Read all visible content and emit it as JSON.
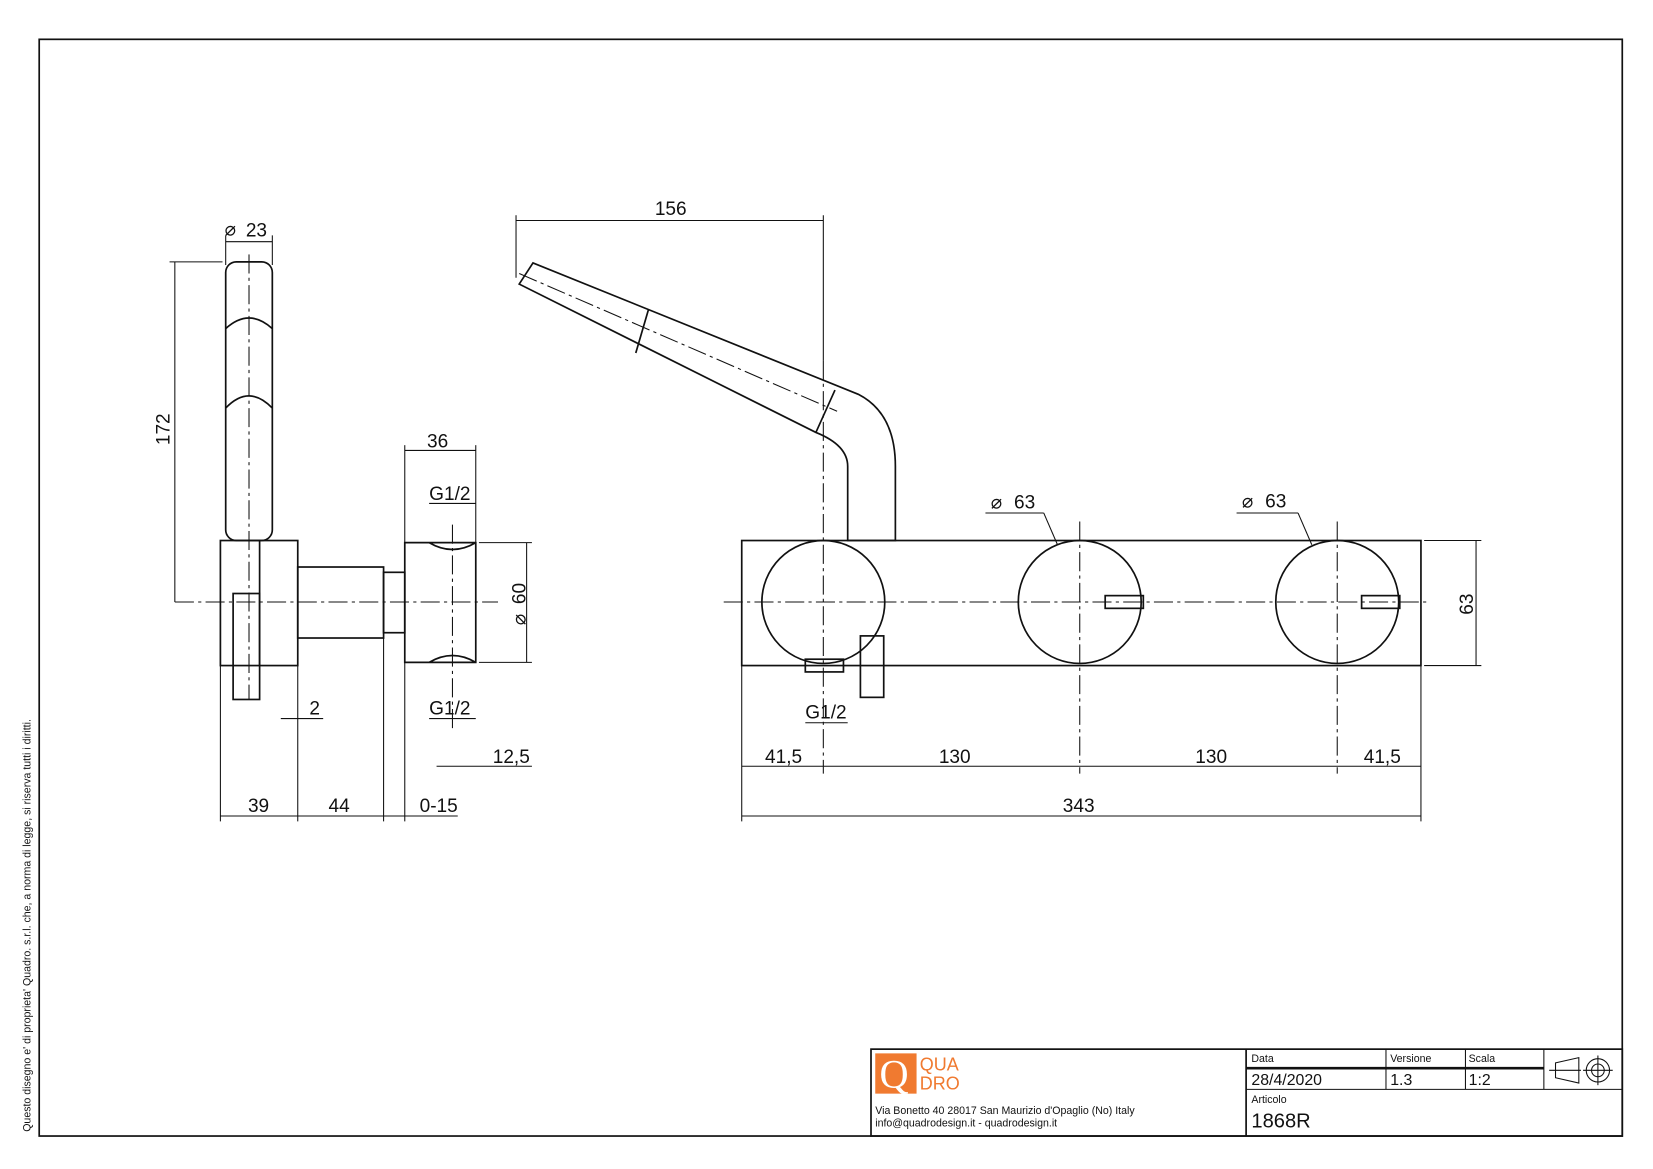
{
  "copyright": "Questo disegno e' di proprieta' Quadro. s.r.l. che, a norma di legge, si riserva tutti i diritti.",
  "dimensions": {
    "tube_dia": "23",
    "height": "172",
    "body_width": "36",
    "thread_top": "G1/2",
    "body_dia": "60",
    "gap": "2",
    "thread_bottom": "G1/2",
    "offset": "12,5",
    "d39": "39",
    "d44": "44",
    "adjust": "0-15",
    "spout_len": "156",
    "knob1_dia": "63",
    "knob2_dia": "63",
    "plate_h": "63",
    "thread_outlet": "G1/2",
    "edge_left": "41,5",
    "pitch1": "130",
    "pitch2": "130",
    "edge_right": "41,5",
    "total": "343"
  },
  "title_block": {
    "logo_line1": "QUA",
    "logo_line2": "DRO",
    "logo_letter": "Q",
    "brand_color": "#f07a30",
    "address": "Via Bonetto 40  28017 San Maurizio d'Opaglio (No) Italy",
    "contact": "info@quadrodesign.it  -  quadrodesign.it",
    "date_label": "Data",
    "date": "28/4/2020",
    "version_label": "Versione",
    "version": "1.3",
    "scale_label": "Scala",
    "scale": "1:2",
    "article_label": "Articolo",
    "article": "1868R"
  }
}
